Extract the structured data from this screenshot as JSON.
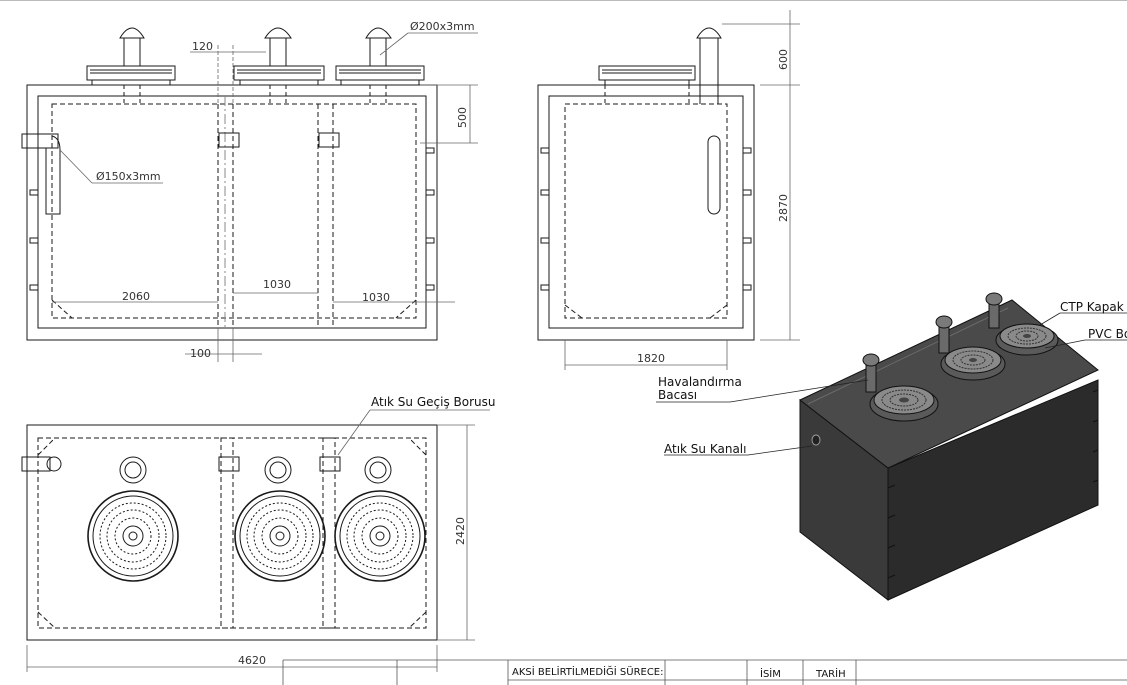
{
  "dimensions": {
    "pipe_spacing": "120",
    "vent_pipe": "Ø200x3mm",
    "inlet_pipe": "Ø150x3mm",
    "top_height": "500",
    "comp1_length": "2060",
    "comp2_length": "1030",
    "comp3_length": "1030",
    "wall_thickness": "100",
    "vent_height": "600",
    "tank_height": "2870",
    "tank_width_side": "1820",
    "tank_width_plan": "2420",
    "tank_length": "4620"
  },
  "labels": {
    "transfer_pipe": "Atık Su Geçiş Borusu",
    "grp_cover": "CTP Kapak",
    "pvc_cover": "PVC Bo",
    "vent_line1": "Havalandırma",
    "vent_line2": "Bacası",
    "waste_channel": "Atık Su Kanalı"
  },
  "title_block": {
    "note": "AKSİ BELİRTİLMEDİĞİ SÜRECE:",
    "name_col": "İSİM",
    "date_col": "TARİH"
  },
  "colors": {
    "line": "#1a1a1a",
    "dim_line": "#666666",
    "tank_side_dark": "#2b2b2b",
    "tank_front": "#3a3a3a",
    "tank_top": "#4a4a4a",
    "cover": "#8a8a8a"
  }
}
